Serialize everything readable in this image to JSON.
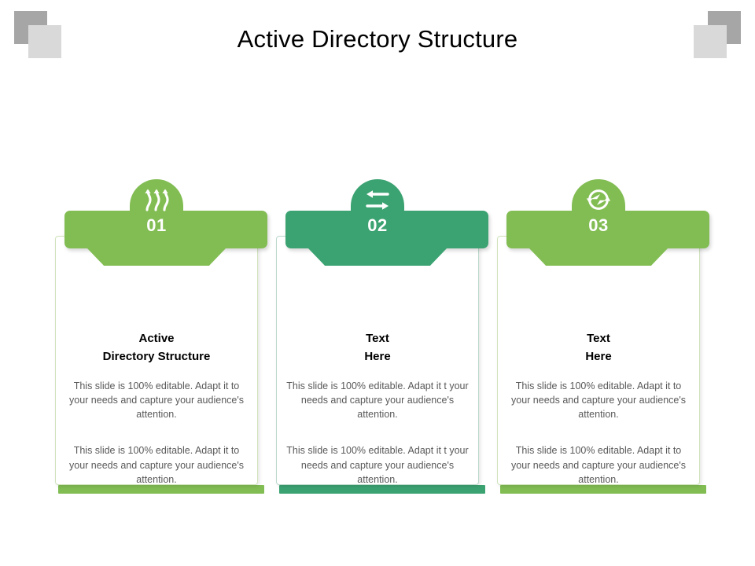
{
  "slide": {
    "title": "Active Directory Structure",
    "background": "#ffffff"
  },
  "decor": {
    "square_dark": "#a6a6a6",
    "square_light": "#d9d9d9",
    "top_left_name": "decorative-squares-top-left",
    "top_right_name": "decorative-squares-top-right"
  },
  "cards": [
    {
      "number": "01",
      "icon": "three-wavy-up-arrows-icon",
      "accent": "#82bd53",
      "border": "#cfe3bb",
      "heading_line1": "Active",
      "heading_line2": "Directory Structure",
      "paragraph1": "This slide is 100% editable. Adapt it to your needs and capture your audience's attention.",
      "paragraph2": "This slide is 100% editable. Adapt it to your needs and capture your audience's attention."
    },
    {
      "number": "02",
      "icon": "bidirectional-arrows-icon",
      "accent": "#3ba271",
      "border": "#bcd9cb",
      "heading_line1": "Text",
      "heading_line2": "Here",
      "paragraph1": "This slide is 100% editable. Adapt it t your needs and capture your audience's attention.",
      "paragraph2": "This slide is 100% editable. Adapt it t your needs and capture your audience's attention."
    },
    {
      "number": "03",
      "icon": "circular-refresh-arrows-icon",
      "accent": "#82bd53",
      "border": "#cfe3bb",
      "heading_line1": "Text",
      "heading_line2": "Here",
      "paragraph1": "This slide is 100% editable. Adapt it to your needs and capture your audience's attention.",
      "paragraph2": "This slide is 100% editable. Adapt it to your needs and capture your audience's attention."
    }
  ]
}
